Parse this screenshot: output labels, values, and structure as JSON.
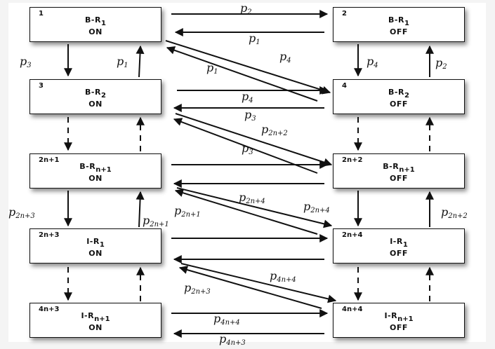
{
  "diagram": {
    "title": "Markov chain of B-R / I-R states",
    "colors": {
      "line": "#111111",
      "box_bg": "#ffffff",
      "page_bg": "#f4f4f4"
    },
    "states": [
      {
        "id": "1",
        "name": "B-R",
        "sub": "1",
        "status": "ON"
      },
      {
        "id": "2",
        "name": "B-R",
        "sub": "1",
        "status": "OFF"
      },
      {
        "id": "3",
        "name": "B-R",
        "sub": "2",
        "status": "ON"
      },
      {
        "id": "4",
        "name": "B-R",
        "sub": "2",
        "status": "OFF"
      },
      {
        "id": "2n+1",
        "name": "B-R",
        "sub": "n+1",
        "status": "ON"
      },
      {
        "id": "2n+2",
        "name": "B-R",
        "sub": "n+1",
        "status": "OFF"
      },
      {
        "id": "2n+3",
        "name": "I-R",
        "sub": "1",
        "status": "ON"
      },
      {
        "id": "2n+4",
        "name": "I-R",
        "sub": "1",
        "status": "OFF"
      },
      {
        "id": "4n+3",
        "name": "I-R",
        "sub": "n+1",
        "status": "ON"
      },
      {
        "id": "4n+4",
        "name": "I-R",
        "sub": "n+1",
        "status": "OFF"
      }
    ],
    "labels": [
      {
        "key": "l-1-2",
        "sub": "2"
      },
      {
        "key": "l-2-1",
        "sub": "1"
      },
      {
        "key": "l-1-4",
        "sub": "4"
      },
      {
        "key": "l-4-1",
        "sub": "1"
      },
      {
        "key": "l-1-3",
        "sub": "3"
      },
      {
        "key": "l-3-1",
        "sub": "1"
      },
      {
        "key": "l-2-4",
        "sub": "4"
      },
      {
        "key": "l-4-2",
        "sub": "2"
      },
      {
        "key": "l-3-4",
        "sub": "4"
      },
      {
        "key": "l-4-3",
        "sub": "3"
      },
      {
        "key": "l-3-2n2",
        "sub": "2n+2"
      },
      {
        "key": "l-2n2-3",
        "sub": "3"
      },
      {
        "key": "l-2n1-2n3",
        "sub": "2n+3"
      },
      {
        "key": "l-2n3-2n1",
        "sub": "2n+1"
      },
      {
        "key": "l-2n1-2n4",
        "sub": "2n+4"
      },
      {
        "key": "l-2n4-2n1",
        "sub": "2n+1"
      },
      {
        "key": "l-2n2-2n4",
        "sub": "2n+4"
      },
      {
        "key": "l-2n4-2n2",
        "sub": "2n+2"
      },
      {
        "key": "l-2n3-4n4",
        "sub": "4n+4"
      },
      {
        "key": "l-4n4-2n3",
        "sub": "2n+3"
      },
      {
        "key": "l-4n3-4n4",
        "sub": "4n+4"
      },
      {
        "key": "l-4n4-4n3",
        "sub": "4n+3"
      }
    ],
    "prob_symbol": "p"
  }
}
